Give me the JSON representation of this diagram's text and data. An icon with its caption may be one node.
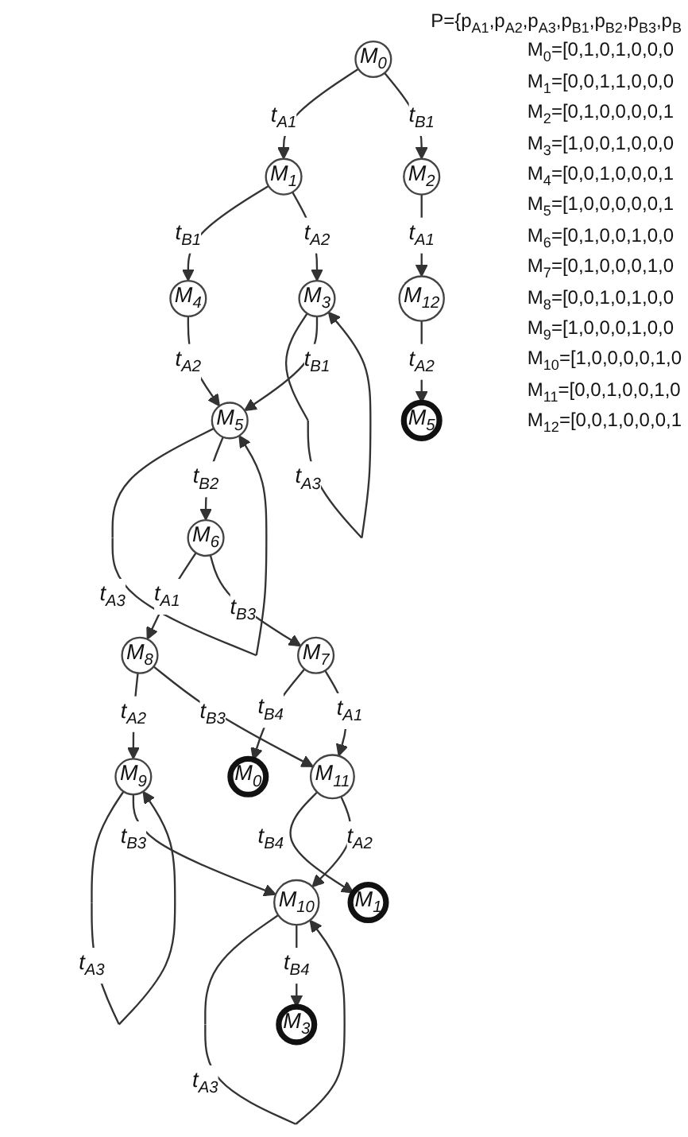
{
  "diagram": {
    "nodes": [
      {
        "text": [
          "M$_{0}$"
        ]
      },
      {
        "text": [
          "M$_{1}$"
        ]
      },
      {
        "text": [
          "M$_{2}$"
        ]
      },
      {
        "text": [
          "M$_{4}$"
        ]
      },
      {
        "text": [
          "M$_{3}$"
        ]
      },
      {
        "text": [
          "M$_{12}$"
        ]
      },
      {
        "text": [
          "M$_{5}$"
        ]
      },
      {
        "text": [
          "M$_{6}$"
        ]
      },
      {
        "text": [
          "M$_{5}$"
        ]
      },
      {
        "text": [
          "M$_{8}$"
        ]
      },
      {
        "text": [
          "M$_{7}$"
        ]
      },
      {
        "text": [
          "M$_{0}$"
        ]
      },
      {
        "text": [
          "M$_{9}$"
        ]
      },
      {
        "text": [
          "M$_{11}$"
        ]
      },
      {
        "text": [
          "M$_{1}$"
        ]
      },
      {
        "text": [
          "M$_{10}$"
        ]
      },
      {
        "text": [
          "M$_{3}$"
        ]
      }
    ],
    "edges": [
      {
        "from": 0,
        "to": 1,
        "arrow": "to",
        "label": "t$_{A1}$"
      },
      {
        "from": 0,
        "to": 2,
        "arrow": "to",
        "label": "t$_{B1}$"
      },
      {
        "from": 1,
        "to": 3,
        "arrow": "to",
        "label": "t$_{B1}$"
      },
      {
        "from": 1,
        "to": 4,
        "arrow": "to",
        "label": "t$_{A2}$"
      },
      {
        "from": 4,
        "to": 4,
        "arrow": "to",
        "label": "t$_{A3}$"
      },
      {
        "from": 2,
        "to": 5,
        "arrow": "to",
        "label": "t$_{A1}$"
      },
      {
        "from": 3,
        "to": 6,
        "arrow": "to",
        "label": "t$_{A2}$"
      },
      {
        "from": 4,
        "to": 6,
        "arrow": "to",
        "label": "t$_{B1}$"
      },
      {
        "from": 5,
        "to": 8,
        "arrow": "to",
        "label": "t$_{A2}$"
      },
      {
        "from": 6,
        "to": 6,
        "arrow": "to",
        "label": "t$_{A3}$"
      },
      {
        "from": 6,
        "to": 7,
        "arrow": "to",
        "label": "t$_{B2}$"
      },
      {
        "from": 7,
        "to": 9,
        "arrow": "to",
        "label": "t$_{A1}$"
      },
      {
        "from": 7,
        "to": 10,
        "arrow": "to",
        "label": "t$_{B3}$"
      },
      {
        "from": 10,
        "to": 11,
        "arrow": "to",
        "label": "t$_{B4}$"
      },
      {
        "from": 9,
        "to": 12,
        "arrow": "to",
        "label": "t$_{A2}$"
      },
      {
        "from": 9,
        "to": 13,
        "arrow": "to",
        "label": "t$_{B3}$"
      },
      {
        "from": 10,
        "to": 13,
        "arrow": "to",
        "label": "t$_{A1}$"
      },
      {
        "from": 12,
        "to": 12,
        "arrow": "to",
        "label": "t$_{A3}$"
      },
      {
        "from": 13,
        "to": 14,
        "arrow": "to",
        "label": "t$_{B4}$"
      },
      {
        "from": 12,
        "to": 15,
        "arrow": "to",
        "label": "t$_{B3}$"
      },
      {
        "from": 13,
        "to": 15,
        "arrow": "to",
        "label": "t$_{A2}$"
      },
      {
        "from": 15,
        "to": 15,
        "arrow": "to",
        "label": "t$_{A3}$"
      },
      {
        "from": 15,
        "to": 16,
        "arrow": "to",
        "label": "t$_{B4}$"
      }
    ],
    "labels": [
      "P={p$_{A1}$,p$_{A2}$,p$_{A3}$,p$_{B1}$,p$_{B2}$,p$_{B3}$,p$_{B}$",
      "M$_{0}$=[0,1,0,1,0,0,0",
      "M$_{1}$=[0,0,1,1,0,0,0",
      "M$_{2}$=[0,1,0,0,0,0,1",
      "M$_{3}$=[1,0,0,1,0,0,0",
      "M$_{4}$=[0,0,1,0,0,0,1",
      "M$_{5}$=[1,0,0,0,0,0,1",
      "M$_{6}$=[0,1,0,0,1,0,0",
      "M$_{7}$=[0,1,0,0,0,1,0",
      "M$_{8}$=[0,0,1,0,1,0,0",
      "M$_{9}$=[1,0,0,0,1,0,0",
      "M$_{10}$=[1,0,0,0,0,1,0",
      "M$_{11}$=[0,0,1,0,0,1,0",
      "M$_{12}$=[0,0,1,0,0,0,1"
    ]
  }
}
